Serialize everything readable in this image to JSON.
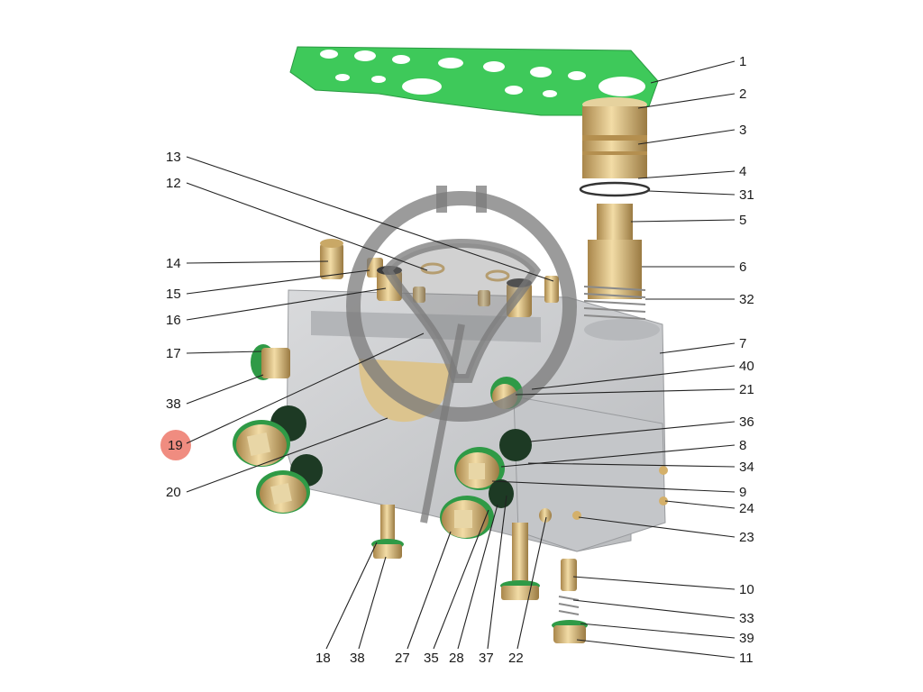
{
  "diagram": {
    "highlight_color": "#f08c80",
    "gasket_color": "#3ec95a",
    "brass_color": "#d4b06a",
    "body_color": "#c9cbcd",
    "watermark_color": "#7a7a7a",
    "labels": {
      "l1": "1",
      "l2": "2",
      "l3": "3",
      "l4": "4",
      "l31": "31",
      "l5": "5",
      "l6": "6",
      "l32": "32",
      "l7": "7",
      "l40": "40",
      "l21": "21",
      "l36": "36",
      "l8": "8",
      "l34": "34",
      "l9": "9",
      "l24": "24",
      "l23": "23",
      "l10": "10",
      "l33": "33",
      "l39": "39",
      "l11": "11",
      "l13": "13",
      "l12": "12",
      "l14": "14",
      "l15": "15",
      "l16": "16",
      "l17": "17",
      "l38a": "38",
      "l19": "19",
      "l20": "20",
      "l18": "18",
      "l38b": "38",
      "l27": "27",
      "l35": "35",
      "l28": "28",
      "l37": "37",
      "l22": "22"
    }
  }
}
